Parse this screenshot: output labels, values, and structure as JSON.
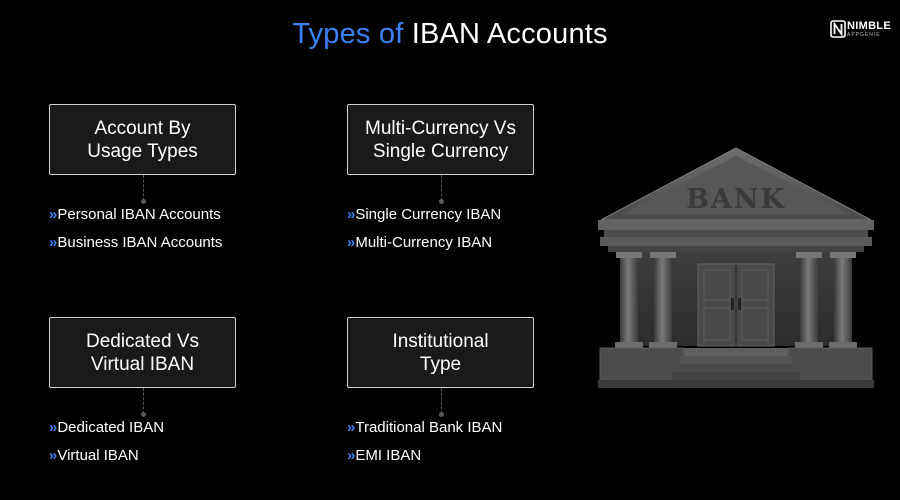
{
  "header": {
    "title_accent": "Types of",
    "title_rest": "IBAN Accounts"
  },
  "logo": {
    "word": "NIMBLE",
    "sub": "APPGENIE"
  },
  "categories": [
    {
      "label": "Account By\nUsage Types",
      "items": [
        "Personal IBAN Accounts",
        "Business IBAN Accounts"
      ]
    },
    {
      "label": "Multi-Currency Vs\nSingle Currency",
      "items": [
        "Single Currency IBAN",
        "Multi-Currency IBAN"
      ]
    },
    {
      "label": "Dedicated Vs\nVirtual IBAN",
      "items": [
        "Dedicated IBAN",
        "Virtual IBAN"
      ]
    },
    {
      "label": "Institutional\nType",
      "items": [
        "Traditional Bank IBAN",
        "EMI IBAN"
      ]
    }
  ],
  "illustration": {
    "bank_sign": "BANK",
    "icon": "bank-building-icon"
  },
  "colors": {
    "background": "#000000",
    "accent": "#3b82f6",
    "card_border": "#cfcfcf",
    "building": "#5e5e5e"
  }
}
